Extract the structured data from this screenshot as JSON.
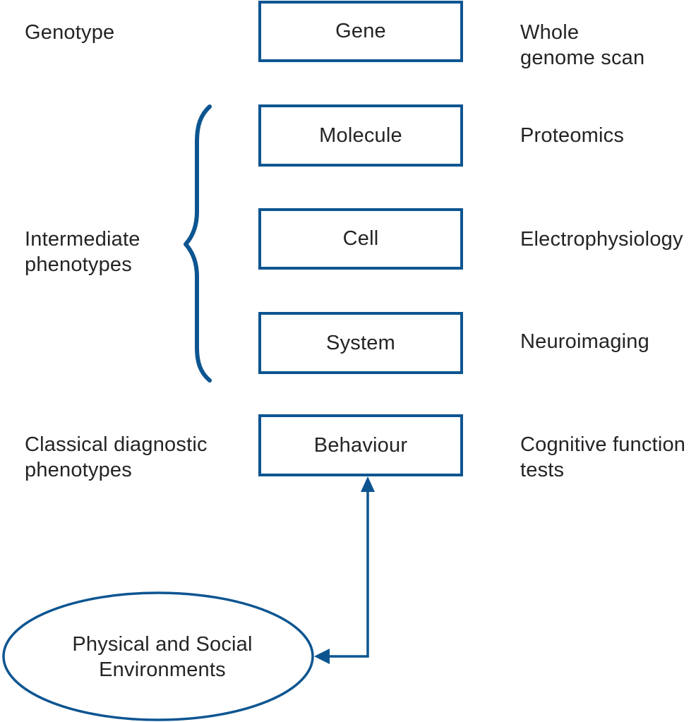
{
  "colors": {
    "accent": "#0d5591",
    "text": "#262324",
    "background": "#ffffff"
  },
  "left_labels": {
    "genotype": "Genotype",
    "intermediate": "Intermediate\nphenotypes",
    "classical": "Classical diagnostic\nphenotypes"
  },
  "boxes": [
    {
      "label": "Gene"
    },
    {
      "label": "Molecule"
    },
    {
      "label": "Cell"
    },
    {
      "label": "System"
    },
    {
      "label": "Behaviour"
    }
  ],
  "right_labels": [
    "Whole\ngenome scan",
    "Proteomics",
    "Electrophysiology",
    "Neuroimaging",
    "Cognitive function\ntests"
  ],
  "ellipse": {
    "label": "Physical and Social\nEnvironments"
  },
  "connections": [
    {
      "from": "Physical and Social Environments",
      "to": "Behaviour",
      "type": "bidirectional-arrow"
    }
  ],
  "groupings": [
    {
      "type": "curly-brace",
      "label": "Intermediate phenotypes",
      "members": [
        "Molecule",
        "Cell",
        "System"
      ]
    }
  ]
}
